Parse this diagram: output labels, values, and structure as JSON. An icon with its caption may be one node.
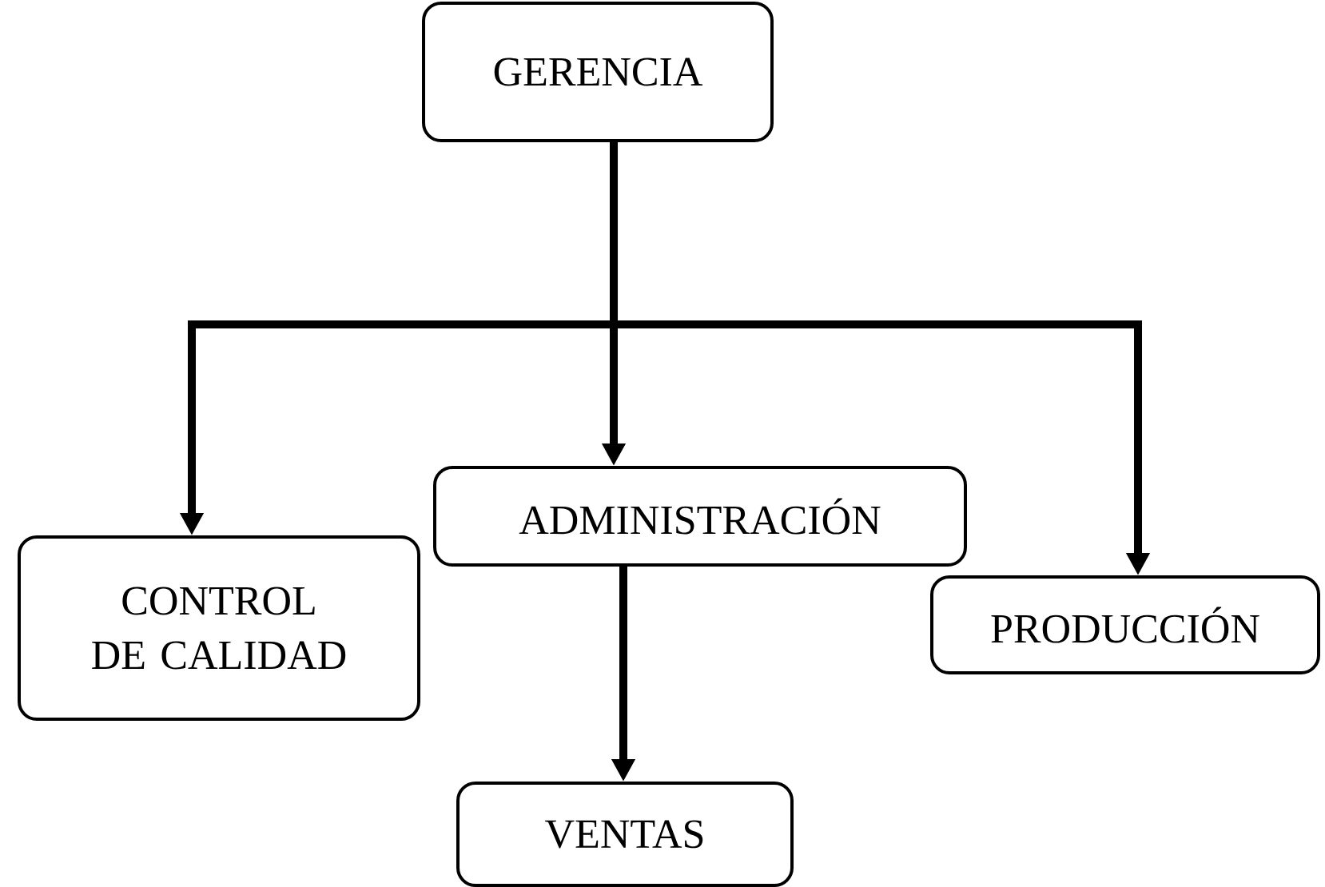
{
  "diagram": {
    "nodes": [
      {
        "text": [
          "GERENCIA"
        ]
      },
      {
        "text": [
          "CONTROL DE CALIDAD"
        ]
      },
      {
        "text": [
          "ADMINISTRACIÓN"
        ]
      },
      {
        "text": [
          "PRODUCCIÓN"
        ]
      },
      {
        "text": [
          "VENTAS"
        ]
      }
    ],
    "edges": [
      {
        "from": 0,
        "to": 1,
        "arrow": "to"
      },
      {
        "from": 0,
        "to": 2,
        "arrow": "to"
      },
      {
        "from": 0,
        "to": 3,
        "arrow": "to"
      },
      {
        "from": 2,
        "to": 4,
        "arrow": "to"
      }
    ]
  }
}
